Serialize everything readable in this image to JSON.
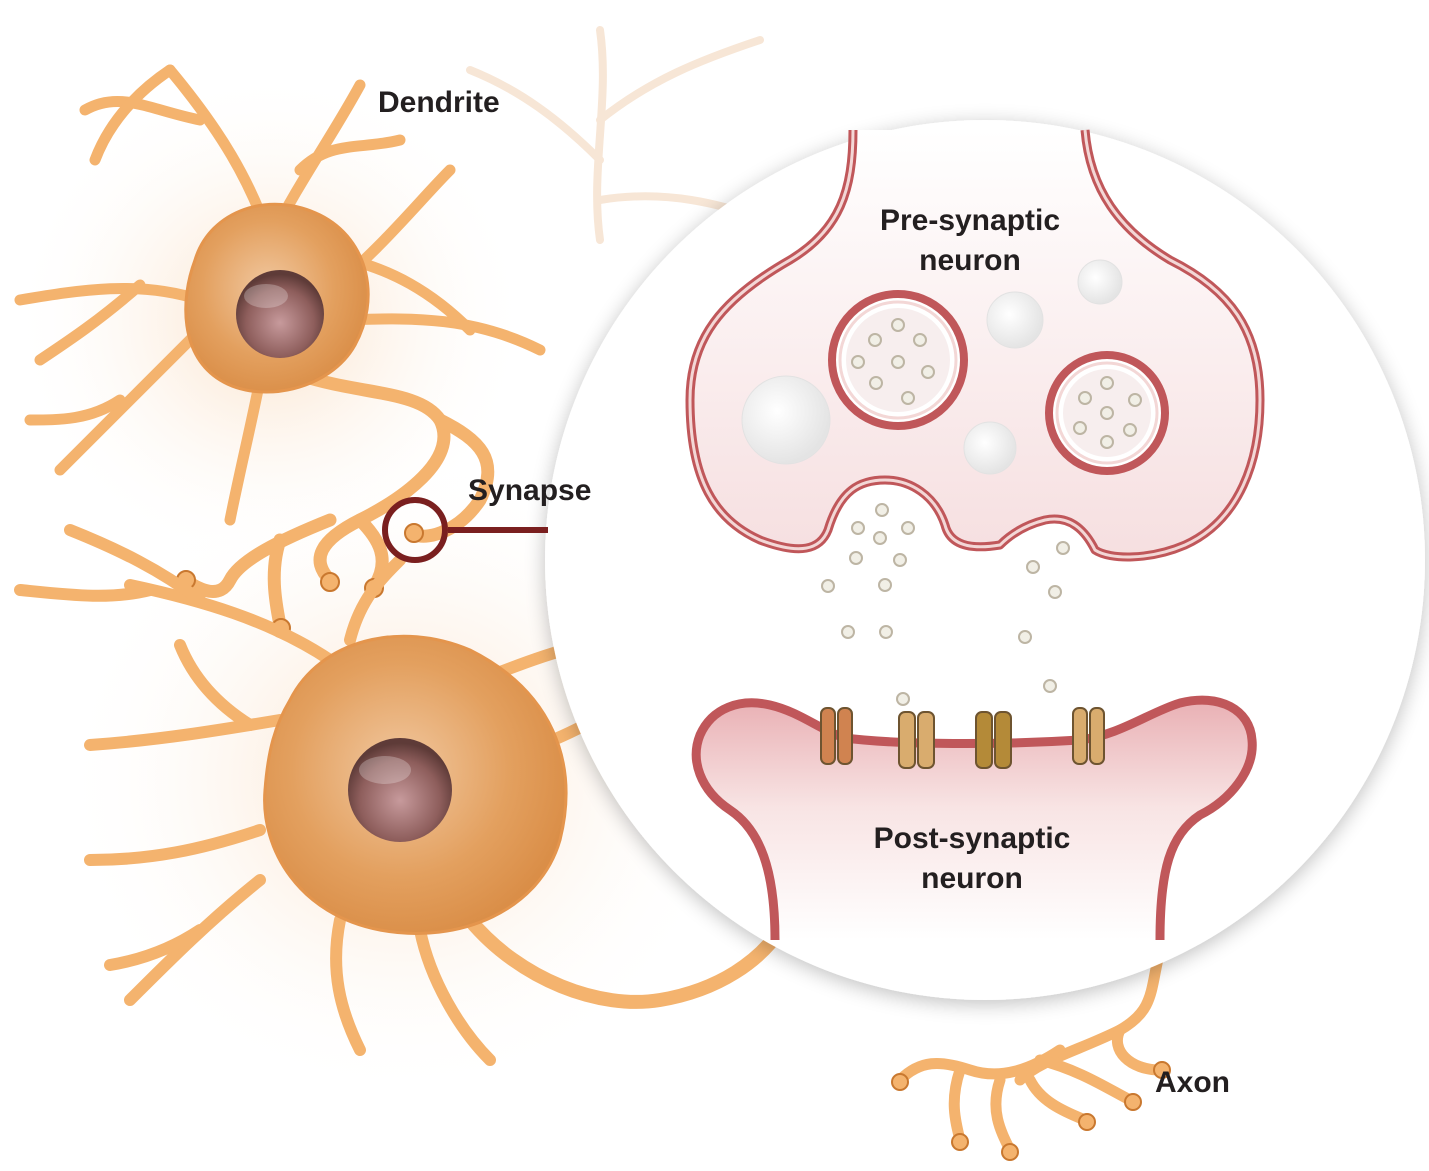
{
  "labels": {
    "dendrite": "Dendrite",
    "synapse": "Synapse",
    "pre_line1": "Pre-synaptic",
    "pre_line2": "neuron",
    "post_line1": "Post-synaptic",
    "post_line2": "neuron",
    "axon": "Axon"
  },
  "colors": {
    "neuron_fill": "#f4b36e",
    "neuron_stroke": "#c9782f",
    "cell_body": "#e3a05f",
    "nucleus": "#a57a78",
    "membrane": "#c0575a",
    "membrane_inner": "#f3d7d6",
    "callout_ring": "#7a1f1f",
    "receptor_a": "#d08350",
    "receptor_b": "#d9ac6e",
    "receptor_c": "#b48a38"
  }
}
